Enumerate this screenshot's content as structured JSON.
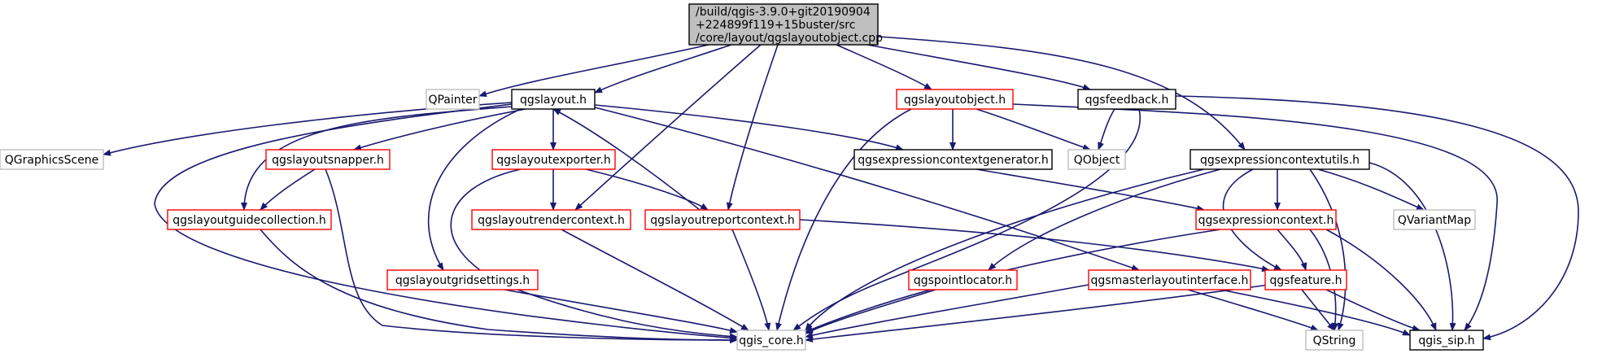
{
  "colors": {
    "edge": "#191970",
    "root_fill": "#bfbfbf",
    "root_border": "#000000",
    "documented_border": "#000000",
    "undocumented_border": "#ff0000",
    "external_border": "#bfbfbf",
    "external_text": "#4d4d4d"
  },
  "nodes": [
    {
      "id": "root",
      "kind": "root",
      "lines": [
        "/build/qgis-3.9.0+git20190904",
        "+224899f119+15buster/src",
        "/core/layout/qgslayoutobject.cpp"
      ]
    },
    {
      "id": "qpainter",
      "kind": "external",
      "lines": [
        "QPainter"
      ]
    },
    {
      "id": "qgslayout",
      "kind": "documented",
      "lines": [
        "qgslayout.h"
      ]
    },
    {
      "id": "qgslayoutobject",
      "kind": "undocumented",
      "lines": [
        "qgslayoutobject.h"
      ]
    },
    {
      "id": "qgsfeedback",
      "kind": "documented",
      "lines": [
        "qgsfeedback.h"
      ]
    },
    {
      "id": "qgraphicsscene",
      "kind": "external",
      "lines": [
        "QGraphicsScene"
      ]
    },
    {
      "id": "qgslayoutsnapper",
      "kind": "undocumented",
      "lines": [
        "qgslayoutsnapper.h"
      ]
    },
    {
      "id": "qgslayoutexporter",
      "kind": "undocumented",
      "lines": [
        "qgslayoutexporter.h"
      ]
    },
    {
      "id": "qgsexpressioncontextgenerator",
      "kind": "documented",
      "lines": [
        "qgsexpressioncontextgenerator.h"
      ]
    },
    {
      "id": "qobject",
      "kind": "external",
      "lines": [
        "QObject"
      ]
    },
    {
      "id": "qgsexpressioncontextutils",
      "kind": "documented",
      "lines": [
        "qgsexpressioncontextutils.h"
      ]
    },
    {
      "id": "qgslayoutguidecollection",
      "kind": "undocumented",
      "lines": [
        "qgslayoutguidecollection.h"
      ]
    },
    {
      "id": "qgslayoutrendercontext",
      "kind": "undocumented",
      "lines": [
        "qgslayoutrendercontext.h"
      ]
    },
    {
      "id": "qgslayoutreportcontext",
      "kind": "undocumented",
      "lines": [
        "qgslayoutreportcontext.h"
      ]
    },
    {
      "id": "qgsexpressioncontext",
      "kind": "undocumented",
      "lines": [
        "qgsexpressioncontext.h"
      ]
    },
    {
      "id": "qvariantmap",
      "kind": "external",
      "lines": [
        "QVariantMap"
      ]
    },
    {
      "id": "qgslayoutgridsettings",
      "kind": "undocumented",
      "lines": [
        "qgslayoutgridsettings.h"
      ]
    },
    {
      "id": "qgspointlocator",
      "kind": "undocumented",
      "lines": [
        "qgspointlocator.h"
      ]
    },
    {
      "id": "qgsmasterlayoutinterface",
      "kind": "undocumented",
      "lines": [
        "qgsmasterlayoutinterface.h"
      ]
    },
    {
      "id": "qgsfeature",
      "kind": "undocumented",
      "lines": [
        "qgsfeature.h"
      ]
    },
    {
      "id": "qgis_core",
      "kind": "external",
      "lines": [
        "qgis_core.h"
      ]
    },
    {
      "id": "qstring",
      "kind": "external",
      "lines": [
        "QString"
      ]
    },
    {
      "id": "qgis_sip",
      "kind": "documented",
      "lines": [
        "qgis_sip.h"
      ]
    }
  ]
}
